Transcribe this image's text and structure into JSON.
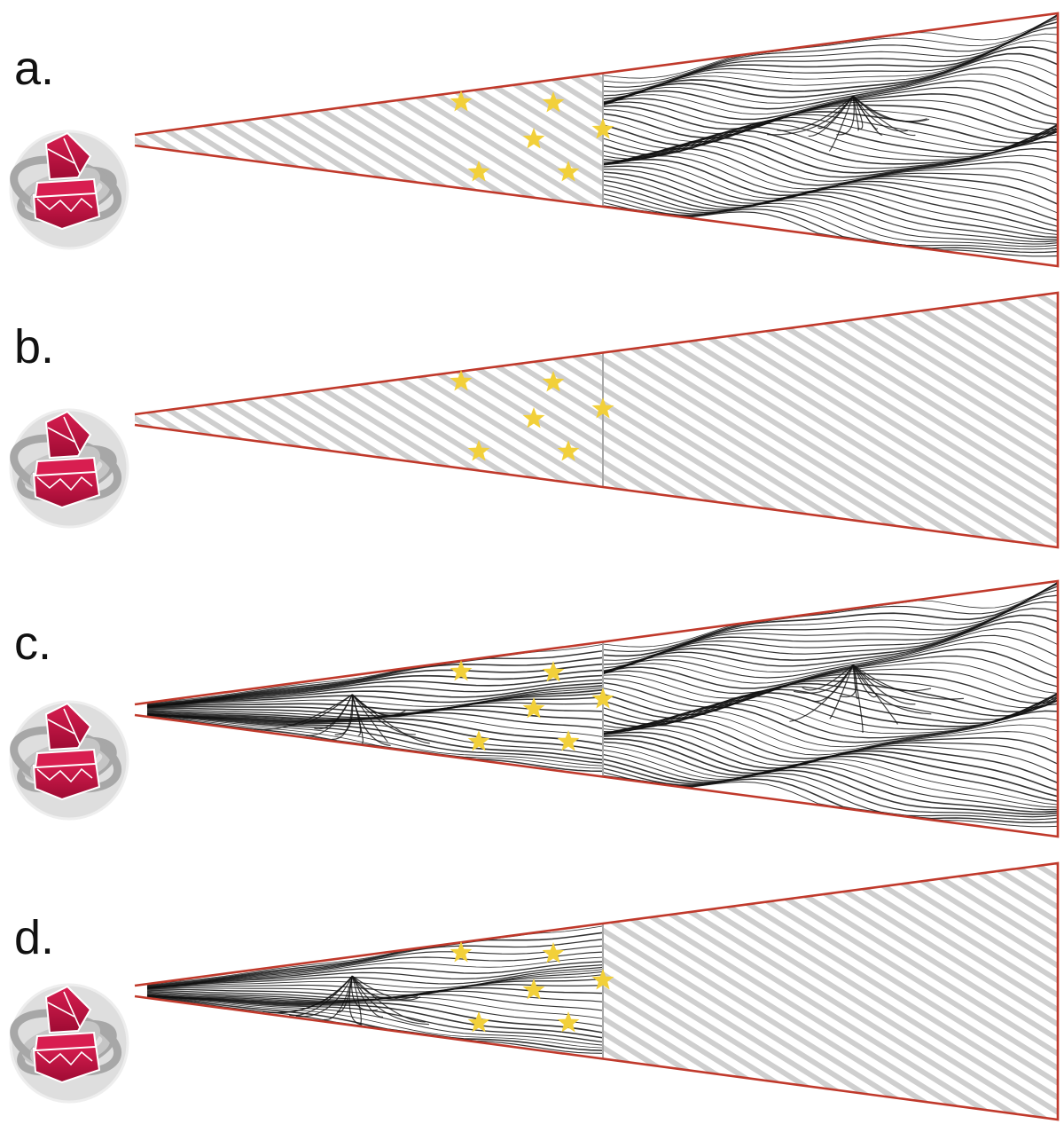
{
  "colors": {
    "cone_outline": "#c0392b",
    "hatch": "#cfcfcf",
    "divider": "#a8a8a8",
    "star": "#f2d03a",
    "field_lines": "#111111",
    "logo_red_light": "#d81e50",
    "logo_red_dark": "#9e0b33",
    "logo_swirl_dark": "#a7a7a7",
    "logo_swirl_light": "#dedede"
  },
  "icons": {
    "telescope_logo": "telescope-logo-icon",
    "star": "star-icon"
  },
  "panels": [
    {
      "label": "a.",
      "near_region": "hatched",
      "far_region": "field-lines",
      "star_count": 6
    },
    {
      "label": "b.",
      "near_region": "hatched",
      "far_region": "hatched",
      "star_count": 6
    },
    {
      "label": "c.",
      "near_region": "field-lines",
      "far_region": "field-lines",
      "star_count": 6
    },
    {
      "label": "d.",
      "near_region": "field-lines",
      "far_region": "hatched",
      "star_count": 6
    }
  ]
}
